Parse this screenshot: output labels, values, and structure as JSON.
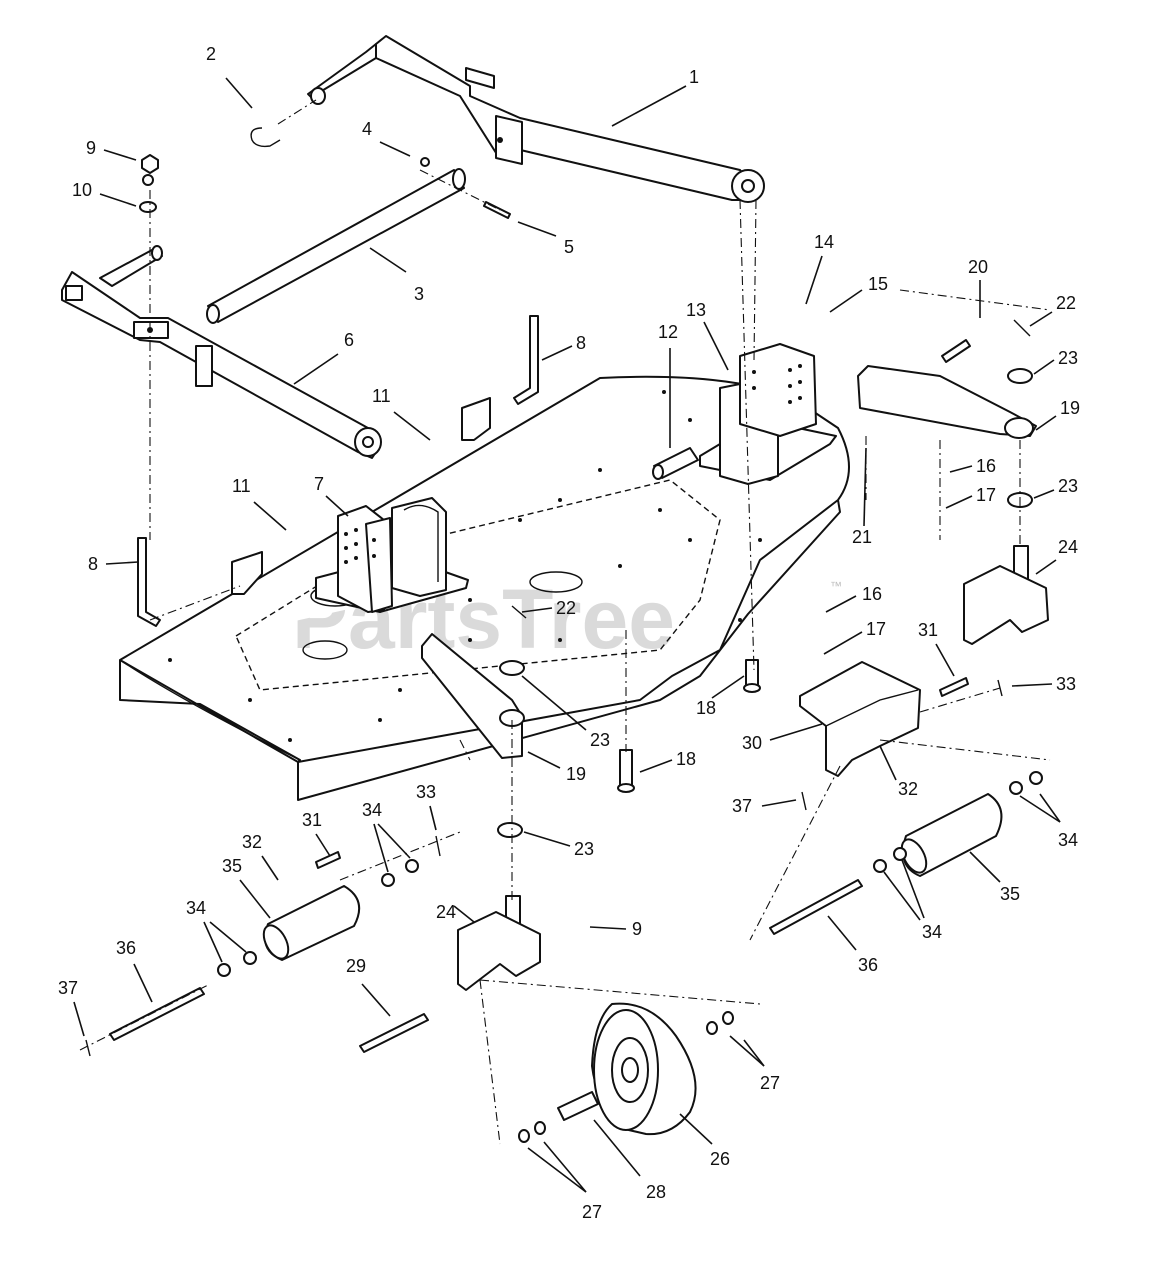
{
  "watermark": {
    "text": "PartsTree",
    "trademark": "™"
  },
  "callouts": [
    "1",
    "2",
    "3",
    "4",
    "5",
    "6",
    "7",
    "8",
    "8",
    "9",
    "9",
    "10",
    "11",
    "11",
    "12",
    "13",
    "14",
    "15",
    "16",
    "16",
    "17",
    "17",
    "18",
    "18",
    "19",
    "19",
    "20",
    "21",
    "22",
    "22",
    "23",
    "23",
    "23",
    "23",
    "24",
    "24",
    "26",
    "27",
    "27",
    "28",
    "29",
    "30",
    "31",
    "31",
    "32",
    "32",
    "33",
    "33",
    "34",
    "34",
    "34",
    "34",
    "35",
    "35",
    "36",
    "36",
    "37",
    "37"
  ]
}
